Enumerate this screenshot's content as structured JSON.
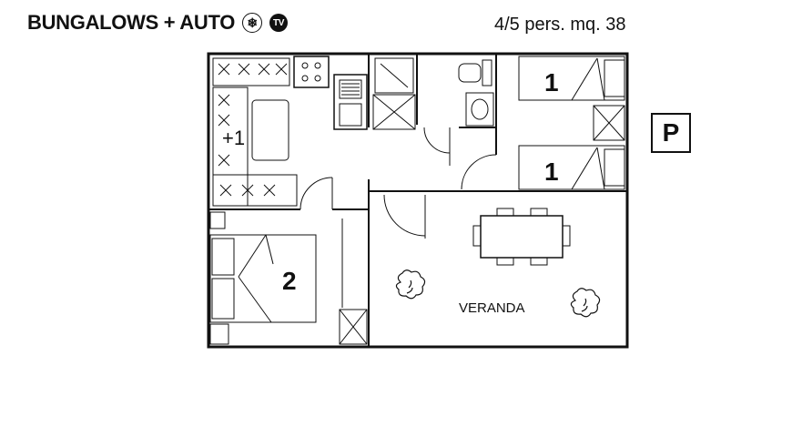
{
  "header": {
    "title": "BUNGALOWS + AUTO",
    "ac_icon": "snowflake-icon",
    "tv_icon": "tv-icon",
    "tv_label": "TV",
    "capacity": "4/5 pers. mq. 38"
  },
  "plan": {
    "extra_bed_label": "+1",
    "bedroom_top_bed_label": "1",
    "bedroom_bottom_bed_label": "1",
    "bedroom_double_label": "2",
    "veranda_label": "VERANDA"
  },
  "parking": {
    "label": "P"
  }
}
